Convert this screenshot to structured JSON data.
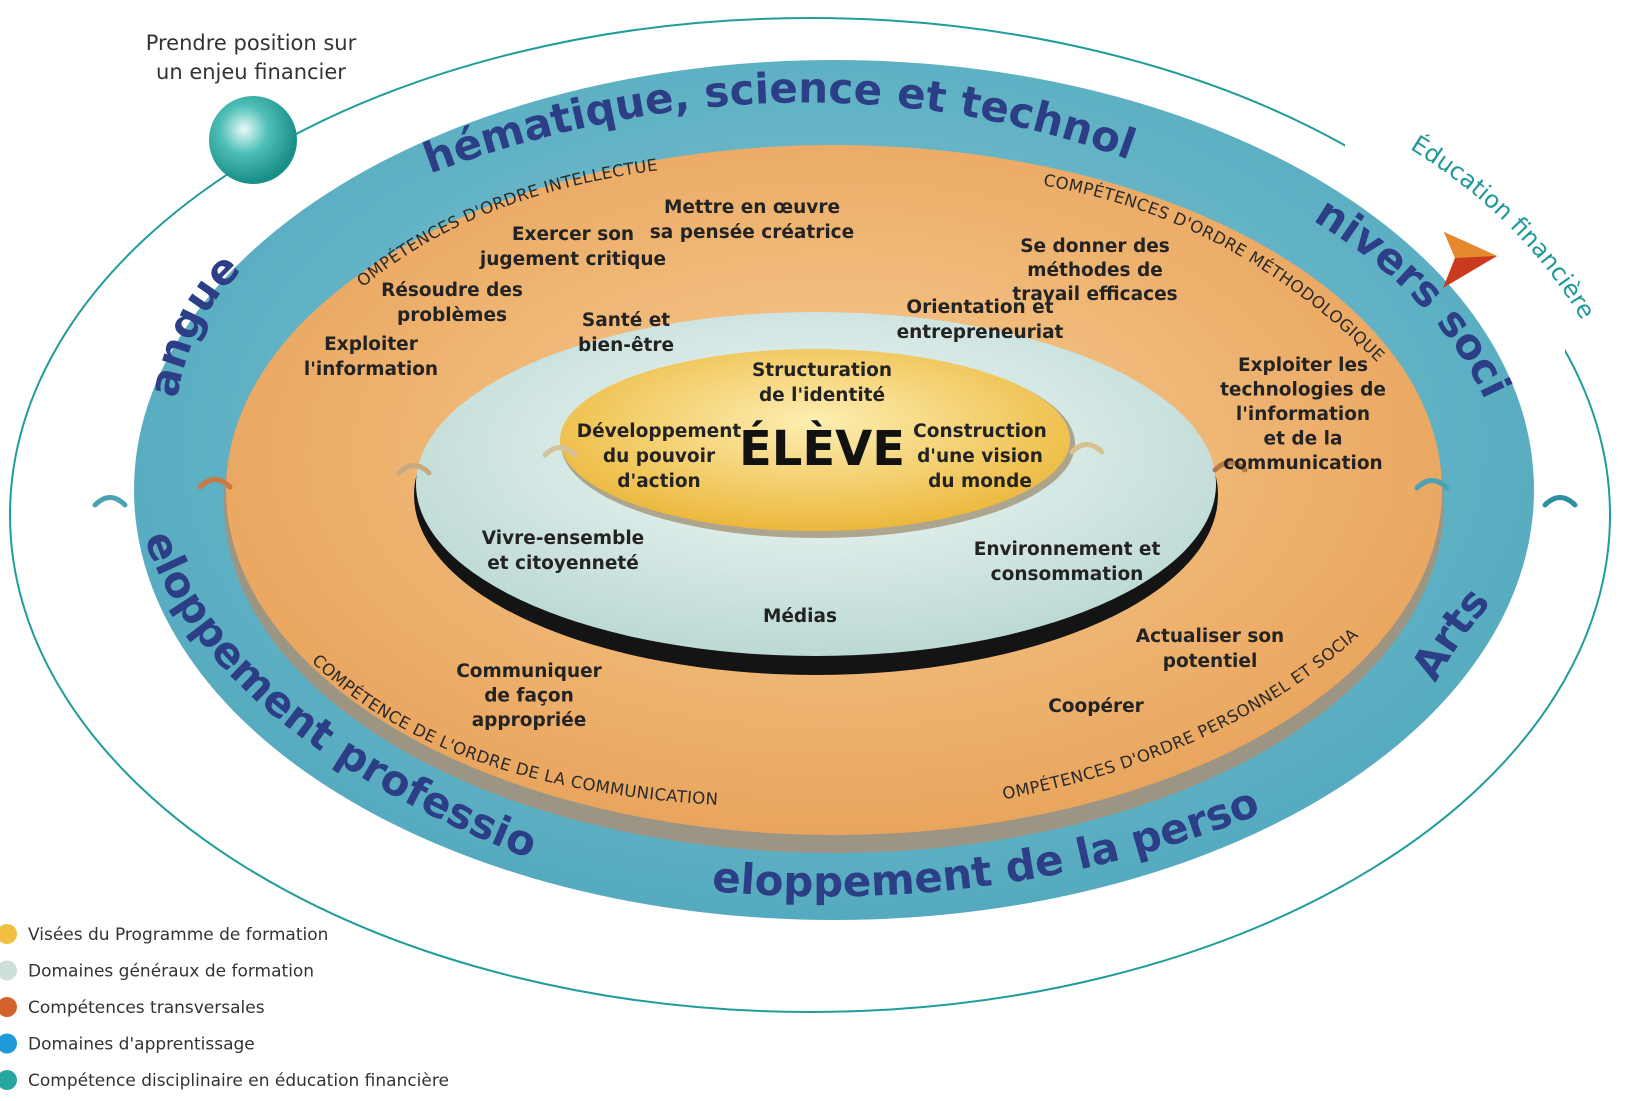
{
  "center": {
    "label": "ÉLÈVE"
  },
  "visees": [
    {
      "id": "identite",
      "lines": [
        "Structuration",
        "de l'identité"
      ]
    },
    {
      "id": "pouvoir",
      "lines": [
        "Développement",
        "du pouvoir",
        "d'action"
      ]
    },
    {
      "id": "vision",
      "lines": [
        "Construction",
        "d'une vision",
        "du monde"
      ]
    }
  ],
  "domaines_generaux": [
    {
      "id": "sante",
      "lines": [
        "Santé et",
        "bien-être"
      ]
    },
    {
      "id": "orientation",
      "lines": [
        "Orientation et",
        "entrepreneuriat"
      ]
    },
    {
      "id": "vivre",
      "lines": [
        "Vivre-ensemble",
        "et citoyenneté"
      ]
    },
    {
      "id": "environnement",
      "lines": [
        "Environnement et",
        "consommation"
      ]
    },
    {
      "id": "medias",
      "lines": [
        "Médias"
      ]
    }
  ],
  "competences_transversales": [
    {
      "id": "pensee",
      "lines": [
        "Mettre en œuvre",
        "sa pensée créatrice"
      ]
    },
    {
      "id": "jugement",
      "lines": [
        "Exercer son",
        "jugement critique"
      ]
    },
    {
      "id": "problemes",
      "lines": [
        "Résoudre des",
        "problèmes"
      ]
    },
    {
      "id": "information",
      "lines": [
        "Exploiter",
        "l'information"
      ]
    },
    {
      "id": "methodes",
      "lines": [
        "Se donner des",
        "méthodes de",
        "travail efficaces"
      ]
    },
    {
      "id": "tic",
      "lines": [
        "Exploiter les",
        "technologies de",
        "l'information",
        "et de la",
        "communication"
      ]
    },
    {
      "id": "potentiel",
      "lines": [
        "Actualiser son",
        "potentiel"
      ]
    },
    {
      "id": "cooperer",
      "lines": [
        "Coopérer"
      ]
    },
    {
      "id": "communiquer",
      "lines": [
        "Communiquer",
        "de façon",
        "appropriée"
      ]
    }
  ],
  "ring_labels": {
    "intellectuel": "COMPÉTENCES D'ORDRE INTELLECTUEL",
    "methodologique": "COMPÉTENCES D'ORDRE MÉTHODOLOGIQUE",
    "communication": "COMPÉTENCE DE L'ORDRE DE LA COMMUNICATION",
    "personnel": "COMPÉTENCES D'ORDRE PERSONNEL ET SOCIAL"
  },
  "domaines_apprentissage": {
    "math": "Mathématique, science et technologie",
    "univers": "Univers social",
    "arts": "Arts",
    "personne": "Développement de la personne",
    "professionnel": "Développement professionnel",
    "langues": "Langues"
  },
  "education_financiere": {
    "label": "Éducation financière",
    "note_lines": [
      "Prendre position sur",
      "un enjeu financier"
    ]
  },
  "legend": [
    {
      "label": "Visées du Programme de formation",
      "color": "#f1c043"
    },
    {
      "label": "Domaines généraux de formation",
      "color": "#cfe0dc"
    },
    {
      "label": "Compétences transversales",
      "color": "#d2622b"
    },
    {
      "label": "Domaines d'apprentissage",
      "color": "#1d9ad8"
    },
    {
      "label": "Compétence disciplinaire en éducation financière",
      "color": "#2aa6a2"
    }
  ],
  "colors": {
    "outer_ring": "#5db2c7",
    "competence_ring": "#ecae68",
    "domain_ring": "#d5e9e6",
    "core": "#f1c74f",
    "domain_text": "#2b3e86",
    "finance_text": "#1e9a98"
  }
}
